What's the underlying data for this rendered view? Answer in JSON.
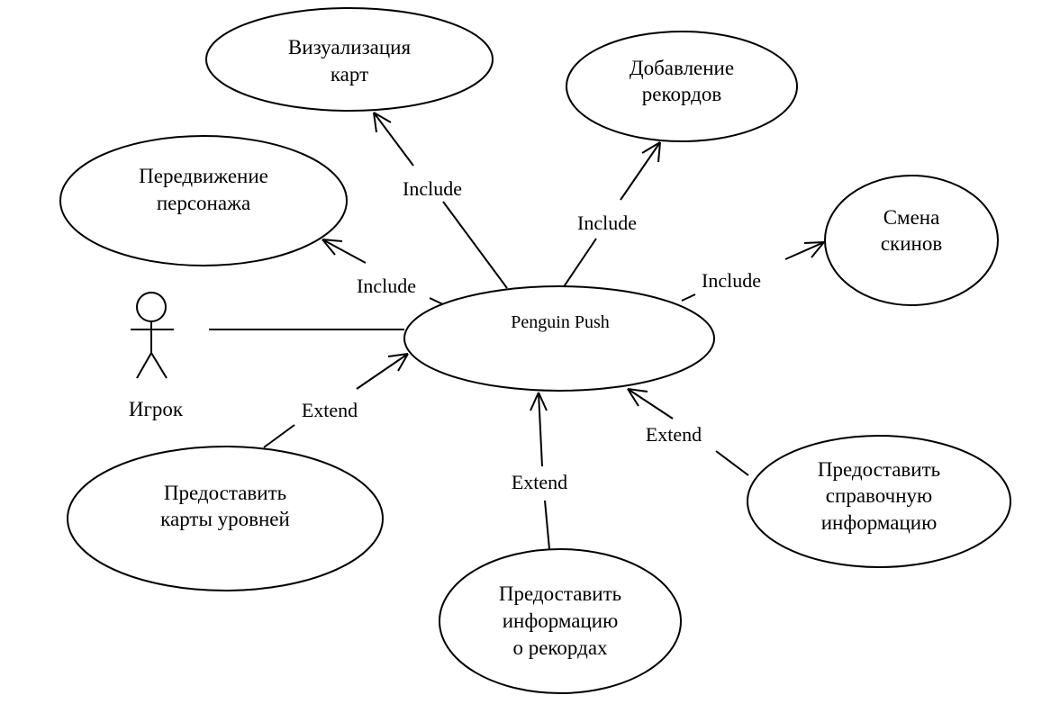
{
  "actor": {
    "label": "Игрок"
  },
  "system": {
    "label": "Penguin Push"
  },
  "use_cases": {
    "visualization": {
      "lines": [
        "Визуализация",
        "карт"
      ]
    },
    "records_add": {
      "lines": [
        "Добавление",
        "рекордов"
      ]
    },
    "movement": {
      "lines": [
        "Передвижение",
        "персонажа"
      ]
    },
    "skins": {
      "lines": [
        "Смена",
        "скинов"
      ]
    },
    "levels": {
      "lines": [
        "Предоставить",
        "карты уровней"
      ]
    },
    "records_info": {
      "lines": [
        "Предоставить",
        "информацию",
        "о рекордах"
      ]
    },
    "help_info": {
      "lines": [
        "Предоставить",
        "справочную",
        "информацию"
      ]
    }
  },
  "relations": {
    "r_visualization": "Include",
    "r_records_add": "Include",
    "r_movement": "Include",
    "r_skins": "Include",
    "r_levels": "Extend",
    "r_records_info": "Extend",
    "r_help_info": "Extend"
  }
}
